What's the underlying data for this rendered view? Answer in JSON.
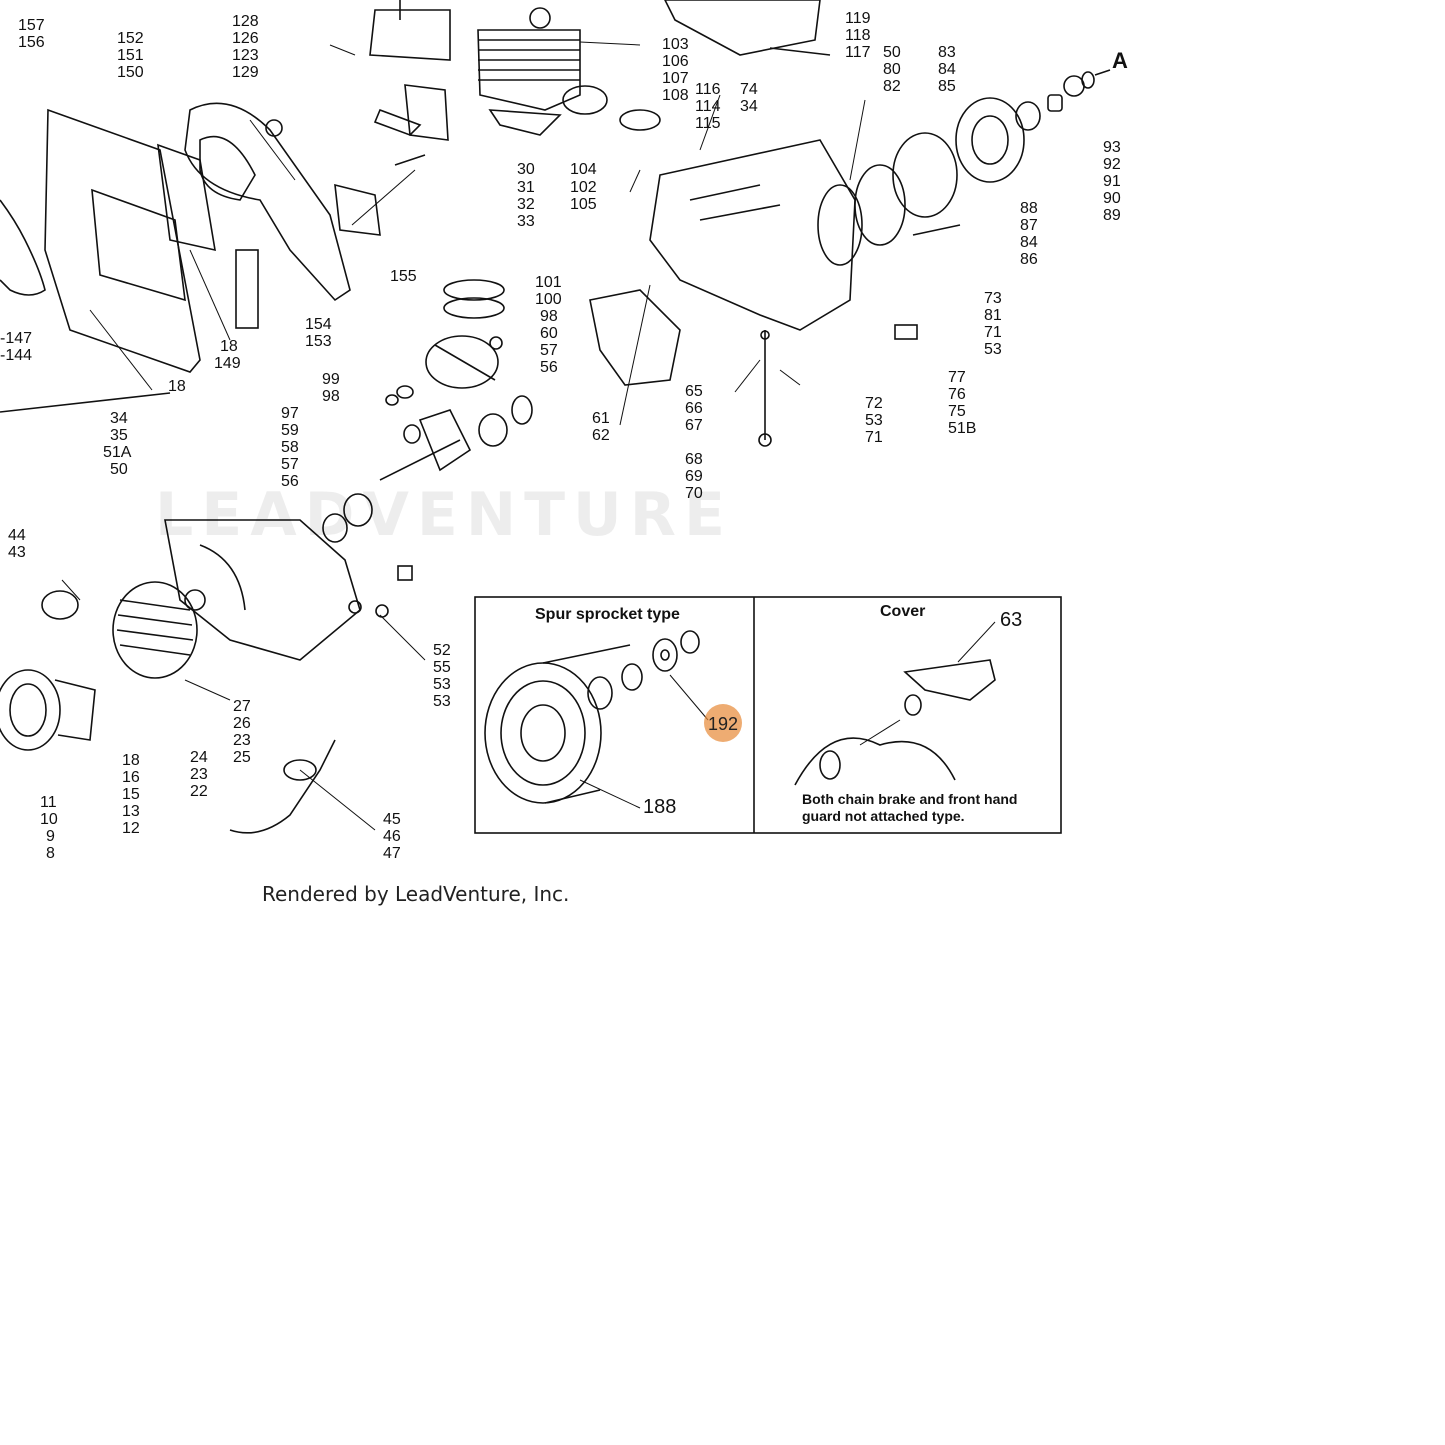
{
  "diagram": {
    "brand_watermark": "LEADVENTURE",
    "credit": "Rendered by LeadVenture, Inc.",
    "marker": "A",
    "labels": {
      "p157": "157",
      "p156": "156",
      "p152": "152",
      "p151": "151",
      "p150": "150",
      "p128": "128",
      "p126": "126",
      "p123": "123",
      "p129": "129",
      "p103": "103",
      "p106": "106",
      "p107": "107",
      "p108": "108",
      "p30": "30",
      "p31": "31",
      "p32": "32",
      "p33": "33",
      "p104": "104",
      "p102": "102",
      "p105": "105",
      "p116": "116",
      "p114": "114",
      "p115": "115",
      "p74": "74",
      "p34a": "34",
      "p119": "119",
      "p118": "118",
      "p117": "117",
      "p50a": "50",
      "p80": "80",
      "p82": "82",
      "p83": "83",
      "p84a": "84",
      "p85": "85",
      "p93": "93",
      "p92": "92",
      "p91": "91",
      "p90": "90",
      "p89": "89",
      "p88": "88",
      "p87": "87",
      "p84b": "84",
      "p86": "86",
      "p155": "155",
      "p154": "154",
      "p153": "153",
      "p18a": "18",
      "p149": "149",
      "p18b": "18",
      "p147": "-147",
      "p144": "-144",
      "p101": "101",
      "p100": "100",
      "p98a": "98",
      "p60": "60",
      "p57a": "57",
      "p56a": "56",
      "p99": "99",
      "p98b": "98",
      "p97": "97",
      "p59": "59",
      "p58": "58",
      "p57b": "57",
      "p56b": "56",
      "p34b": "34",
      "p35": "35",
      "p51a": "51A",
      "p50b": "50",
      "p73": "73",
      "p81": "81",
      "p71a": "71",
      "p53a": "53",
      "p65": "65",
      "p66": "66",
      "p67": "67",
      "p68": "68",
      "p69": "69",
      "p70": "70",
      "p72": "72",
      "p53b": "53",
      "p71b": "71",
      "p77": "77",
      "p76": "76",
      "p75": "75",
      "p51b": "51B",
      "p61": "61",
      "p62": "62",
      "p44": "44",
      "p43": "43",
      "p52": "52",
      "p55": "55",
      "p53c": "53",
      "p53d": "53",
      "p27": "27",
      "p26": "26",
      "p23a": "23",
      "p25": "25",
      "p24": "24",
      "p23b": "23",
      "p22": "22",
      "p18c": "18",
      "p16": "16",
      "p15": "15",
      "p13": "13",
      "p12": "12",
      "p11": "11",
      "p10": "10",
      "p9": "9",
      "p8": "8",
      "p45": "45",
      "p46": "46",
      "p47": "47",
      "p188": "188",
      "p63": "63"
    },
    "hotspot": {
      "part": "192"
    },
    "inset_sprocket": {
      "title": "Spur sprocket type"
    },
    "inset_cover": {
      "title": "Cover",
      "note_line1": "Both chain brake and front hand",
      "note_line2": "guard not attached type."
    }
  }
}
